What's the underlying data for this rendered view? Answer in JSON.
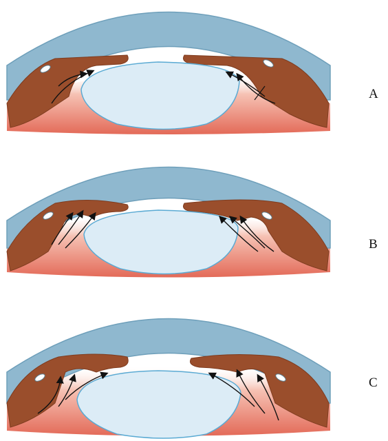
{
  "figure": {
    "panels": [
      {
        "id": "A",
        "label": "A",
        "description_hidden": ""
      },
      {
        "id": "B",
        "label": "B"
      },
      {
        "id": "C",
        "label": "C"
      }
    ],
    "colors": {
      "cornea": "#8fb8cf",
      "cornea_edge": "#6e9fba",
      "lens": "#dcecf6",
      "lens_edge": "#5aaad3",
      "iris": "#9a4e2c",
      "iris_dark": "#7e3b1e",
      "tissue": "#e9897a",
      "arrow": "#111111"
    }
  }
}
